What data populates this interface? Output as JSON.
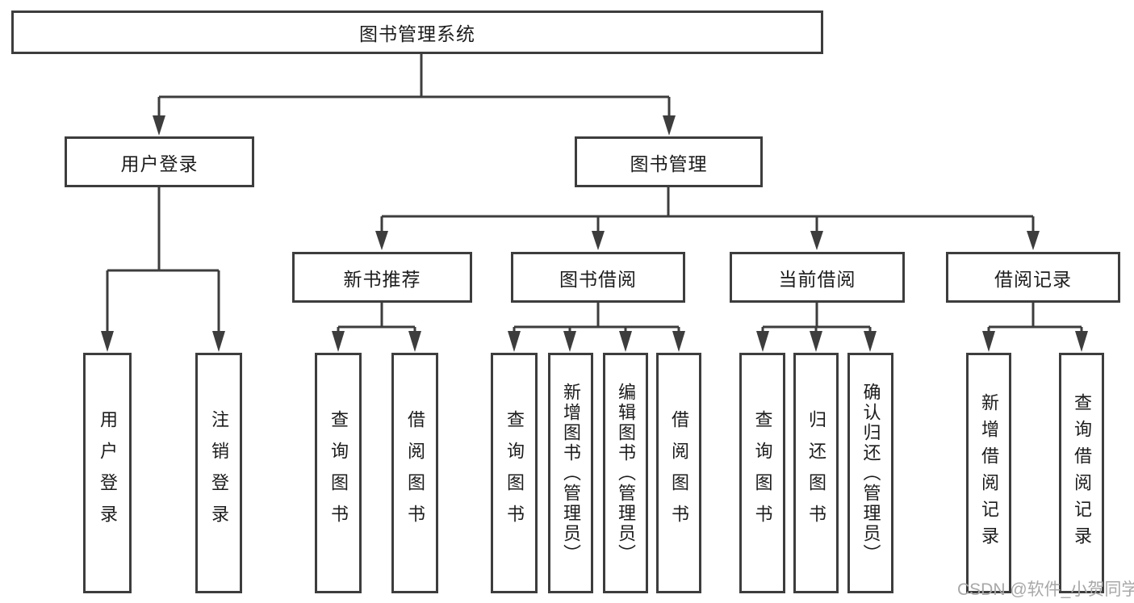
{
  "diagram": {
    "title": "图书管理系统",
    "tree": {
      "label": "图书管理系统",
      "children": [
        {
          "label": "用户登录",
          "children": [
            {
              "label": "用户登录"
            },
            {
              "label": "注销登录"
            }
          ]
        },
        {
          "label": "图书管理",
          "children": [
            {
              "label": "新书推荐",
              "children": [
                {
                  "label": "查询图书"
                },
                {
                  "label": "借阅图书"
                }
              ]
            },
            {
              "label": "图书借阅",
              "children": [
                {
                  "label": "查询图书"
                },
                {
                  "label": "新增图书（管理员）"
                },
                {
                  "label": "编辑图书（管理员）"
                },
                {
                  "label": "借阅图书"
                }
              ]
            },
            {
              "label": "当前借阅",
              "children": [
                {
                  "label": "查询图书"
                },
                {
                  "label": "归还图书"
                },
                {
                  "label": "确认归还（管理员）"
                }
              ]
            },
            {
              "label": "借阅记录",
              "children": [
                {
                  "label": "新增借阅记录"
                },
                {
                  "label": "查询借阅记录"
                }
              ]
            }
          ]
        }
      ]
    },
    "colors": {
      "line": "#3d3d3d",
      "text": "#1c1c1c",
      "background": "#ffffff",
      "watermark": "#a8a8a8"
    },
    "watermark": "CSDN @软件_小贺同学"
  }
}
